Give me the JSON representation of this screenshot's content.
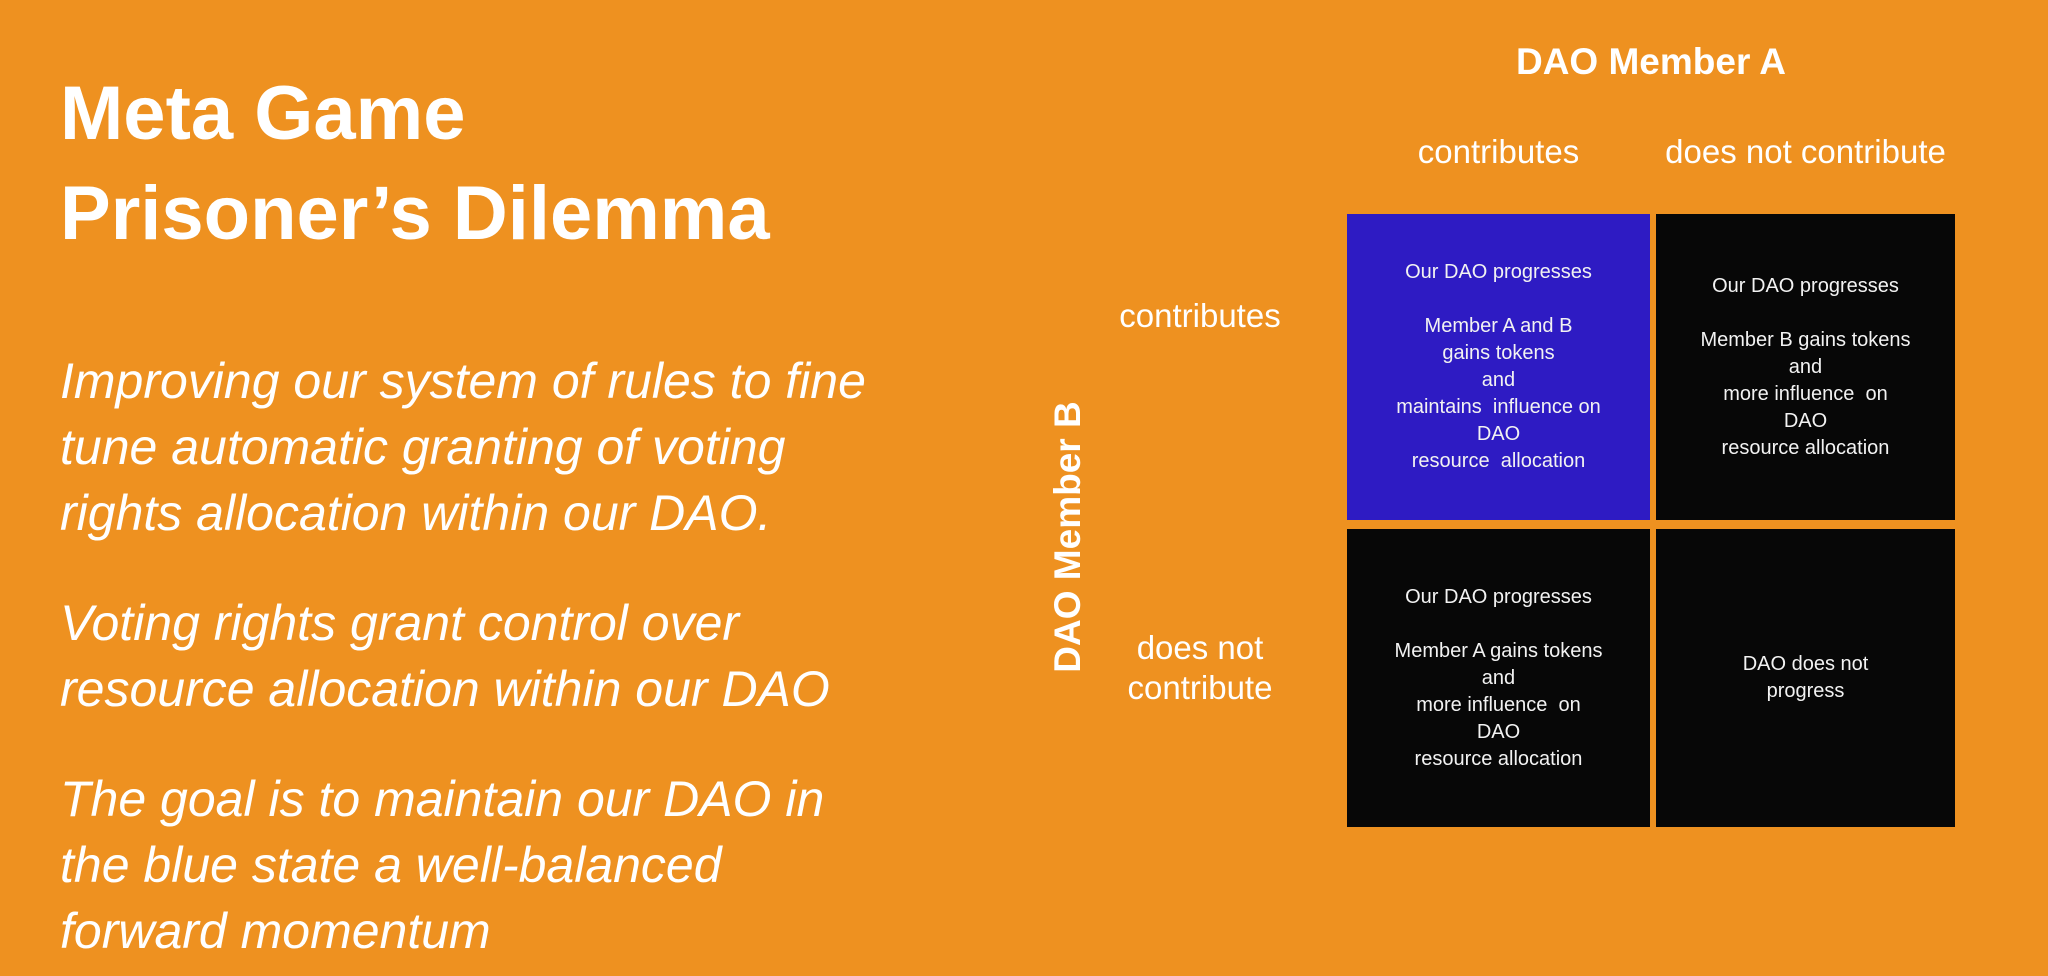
{
  "colors": {
    "background": "#EE9120",
    "cooperate_cell": "#2E1BC3",
    "defect_cell": "#070707",
    "text": "#FFFFFF",
    "cell_text": "#F2F2F2"
  },
  "slide": {
    "title": "Meta Game\nPrisoner’s Dilemma",
    "paragraphs": [
      "Improving our system of rules to fine\ntune automatic granting of voting\nrights allocation within our DAO.",
      "Voting rights grant control over\nresource allocation within our DAO",
      "The goal is to maintain our DAO in\nthe blue state a well-balanced\nforward momentum"
    ]
  },
  "matrix": {
    "player_a_label": "DAO Member A",
    "player_b_label": "DAO Member B",
    "column_labels": [
      "contributes",
      "does not contribute"
    ],
    "row_labels": [
      "contributes",
      "does not\ncontribute"
    ],
    "cells": {
      "both_contribute": "Our DAO progresses\n\nMember A and B\ngains tokens\nand\nmaintains  influence on\nDAO\nresource  allocation",
      "only_b_contributes": "Our DAO progresses\n\nMember B gains tokens\nand\nmore influence  on\nDAO\nresource allocation",
      "only_a_contributes": "Our DAO progresses\n\nMember A gains tokens\nand\nmore influence  on\nDAO\nresource allocation",
      "none_contribute": "DAO does not\nprogress"
    }
  }
}
